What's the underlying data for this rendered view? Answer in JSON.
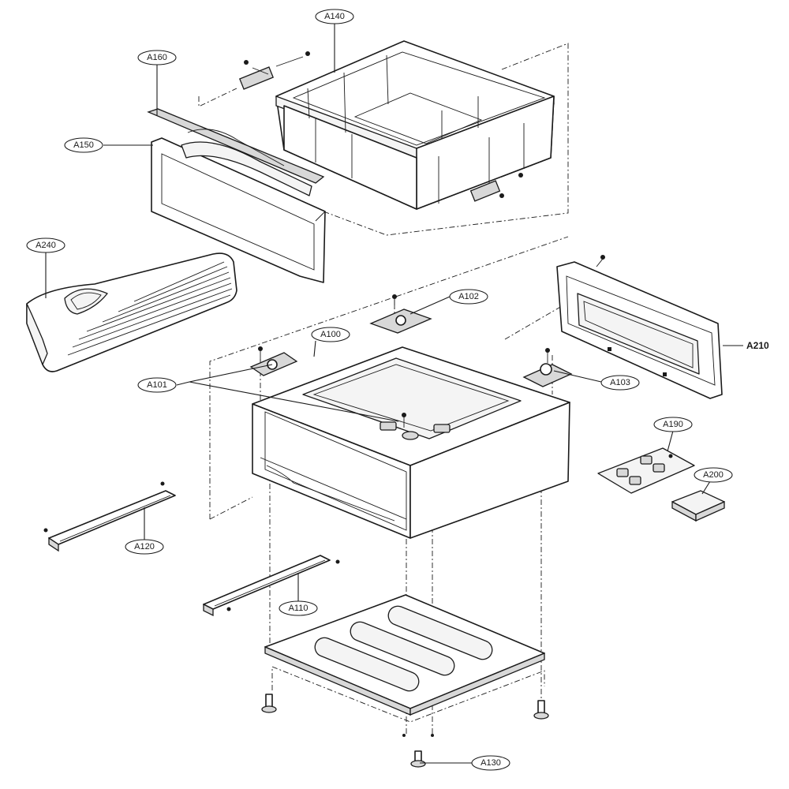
{
  "labels": {
    "a140": "A140",
    "a160": "A160",
    "a150": "A150",
    "a240": "A240",
    "a102": "A102",
    "a100": "A100",
    "a101": "A101",
    "a103": "A103",
    "a210": "A210",
    "a190": "A190",
    "a200": "A200",
    "a120": "A120",
    "a110": "A110",
    "a130": "A130"
  }
}
